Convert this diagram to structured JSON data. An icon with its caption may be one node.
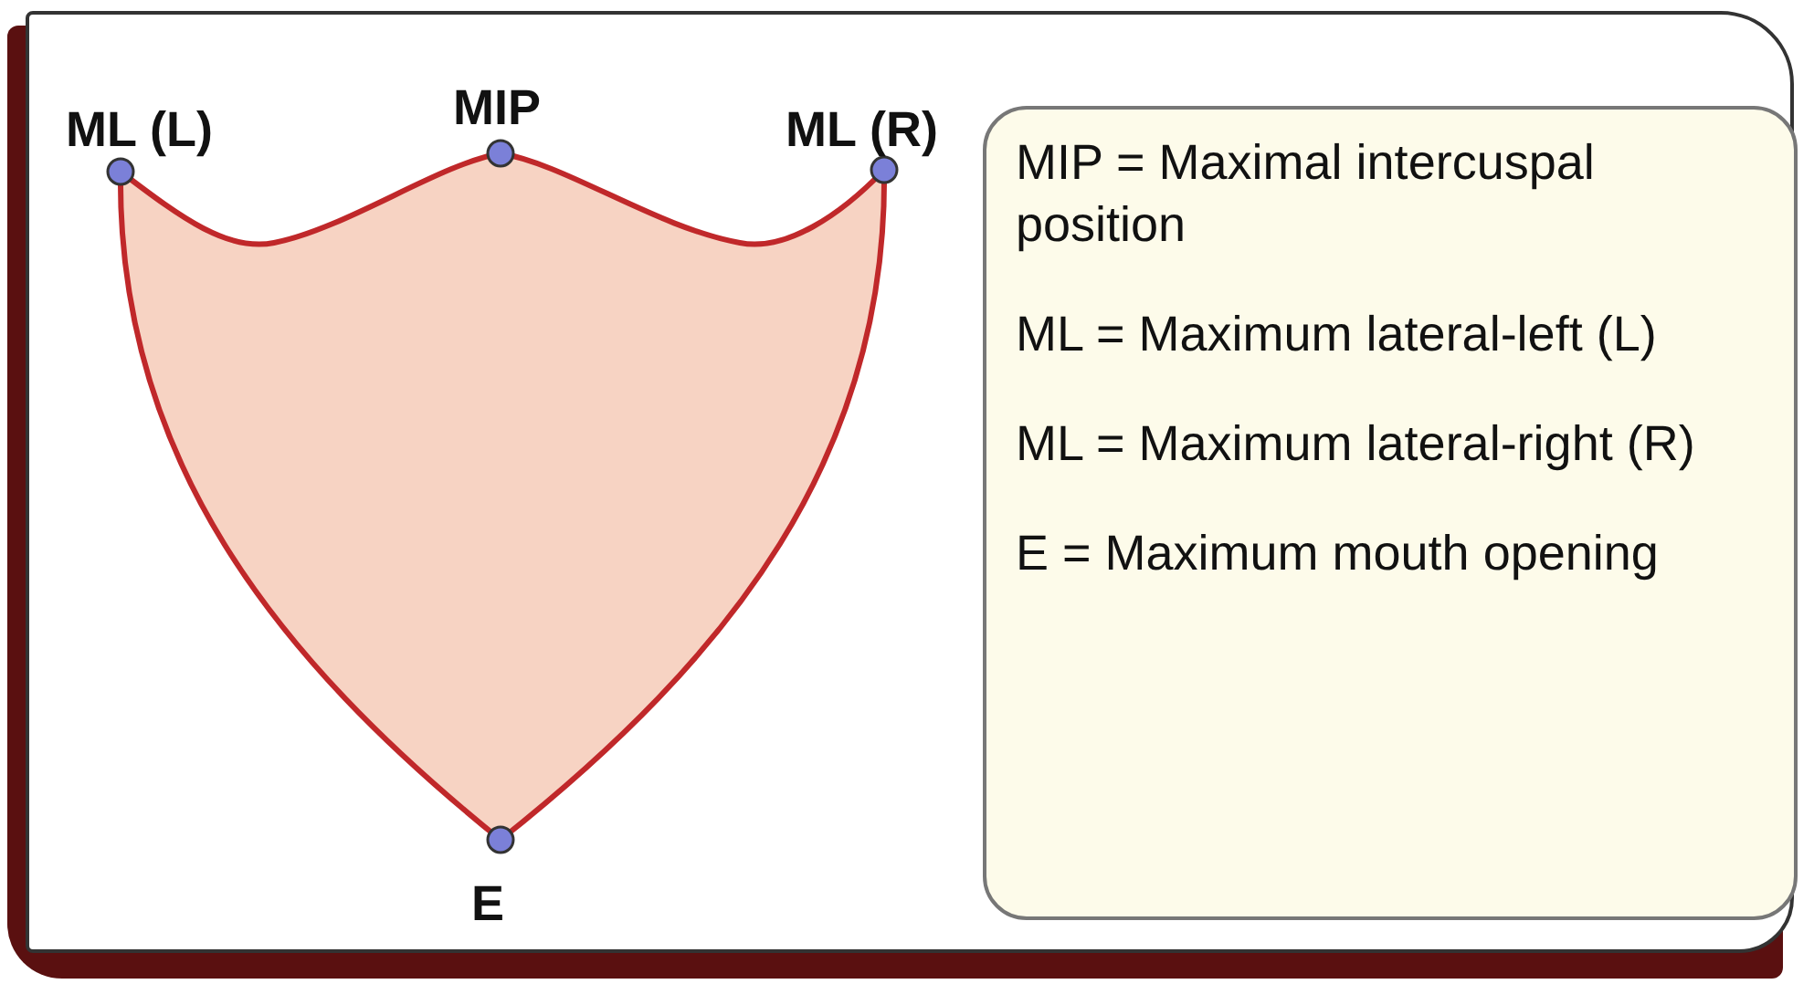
{
  "diagram": {
    "nodes": [
      {
        "text": [
          "MIP = Maximal intercuspal position",
          "ML = Maximum lateral-left (L)",
          "ML = Maximum lateral-right (R)",
          "E = Maximum mouth opening"
        ]
      }
    ],
    "labels": [
      "ML (L)",
      "MIP",
      "ML (R)",
      "E"
    ]
  }
}
